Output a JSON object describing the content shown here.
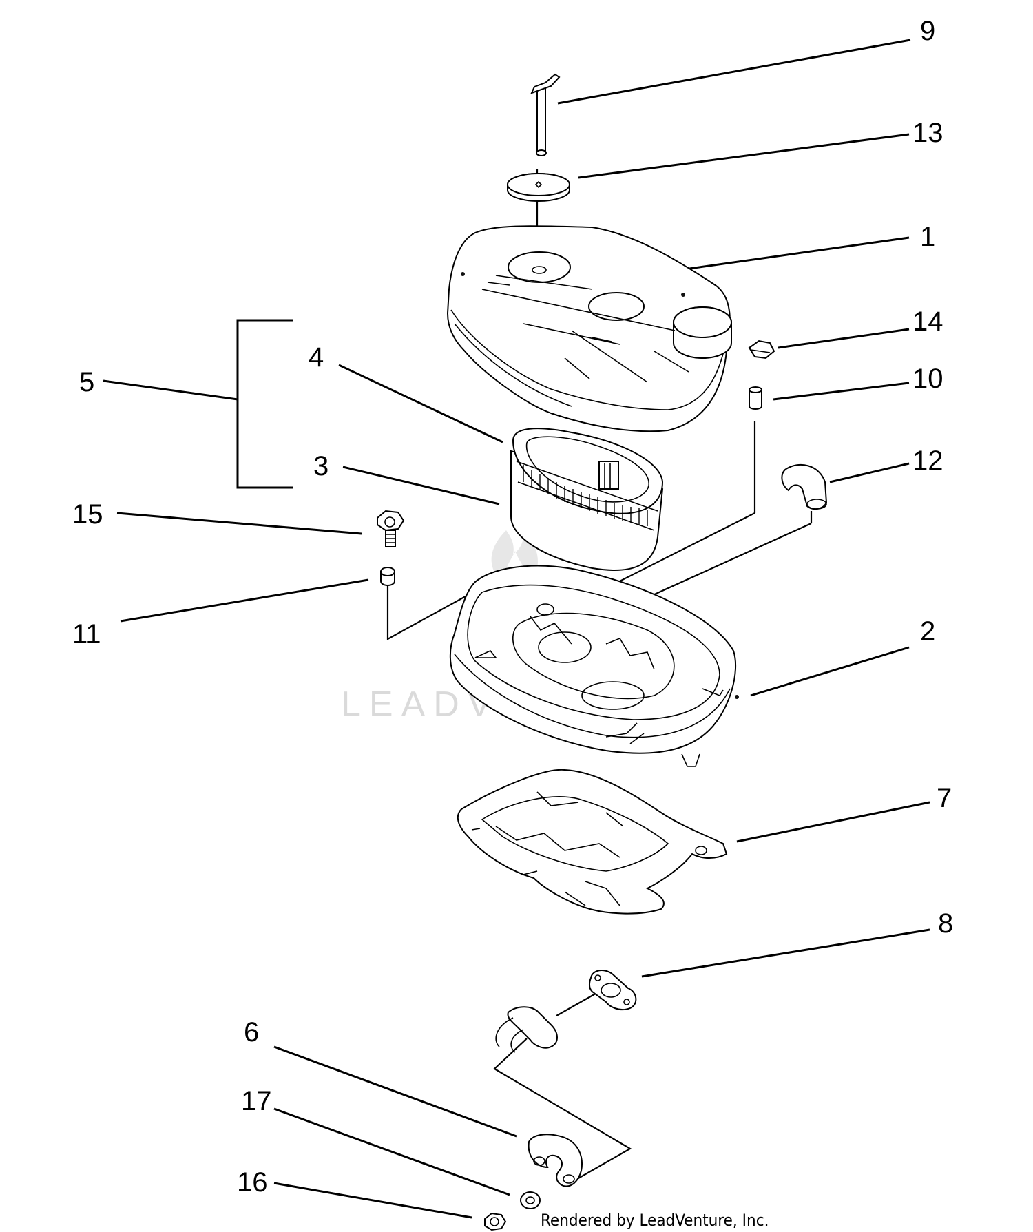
{
  "callouts": [
    "1",
    "2",
    "3",
    "4",
    "5",
    "6",
    "7",
    "8",
    "9",
    "10",
    "11",
    "12",
    "13",
    "14",
    "15",
    "16",
    "17"
  ],
  "credit": "Rendered by LeadVenture, Inc.",
  "watermark": "LEADVENTURE"
}
